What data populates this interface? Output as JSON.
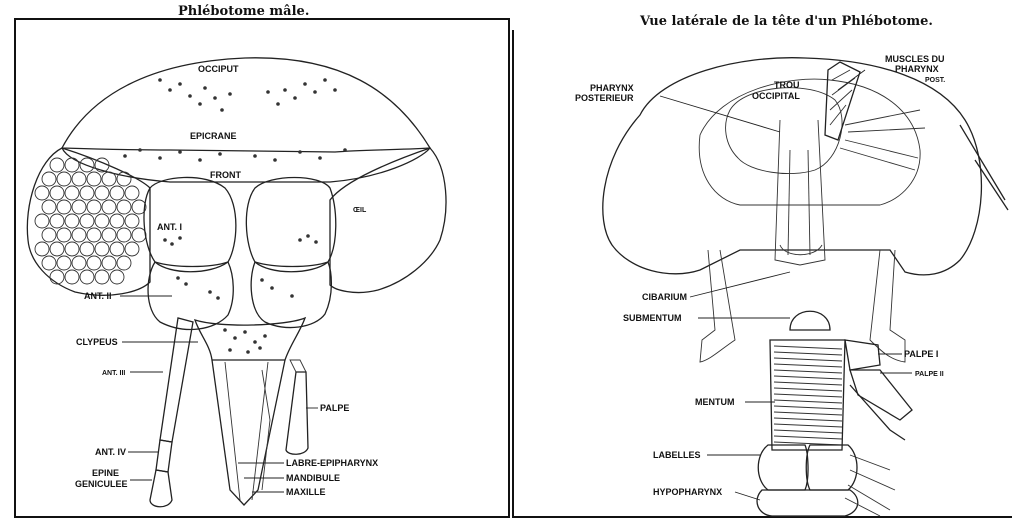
{
  "titles": {
    "left": "Phlébotome mâle.",
    "right": "Vue latérale de la tête d'un Phlébotome."
  },
  "left_labels": {
    "occiput": "OCCIPUT",
    "epicrane": "EPICRANE",
    "front": "FRONT",
    "oeil": "ŒIL",
    "ant1": "ANT. I",
    "ant2": "ANT. II",
    "clypeus": "CLYPEUS",
    "ant3": "ANT. III",
    "ant4": "ANT. IV",
    "epine": "EPINE",
    "geniculee": "GENICULEE",
    "palpe": "PALPE",
    "labre": "LABRE-EPIPHARYNX",
    "mandibule": "MANDIBULE",
    "maxille": "MAXILLE"
  },
  "right_labels": {
    "muscles_1": "MUSCLES DU",
    "muscles_2": "PHARYNX",
    "muscles_3": "POST.",
    "pharynx_1": "PHARYNX",
    "pharynx_2": "POSTERIEUR",
    "trou_1": "TROU",
    "trou_2": "OCCIPITAL",
    "cibarium": "CIBARIUM",
    "submentum": "SUBMENTUM",
    "palpe1": "PALPE I",
    "palpe2": "PALPE II",
    "mentum": "MENTUM",
    "labelles": "LABELLES",
    "hypopharynx": "HYPOPHARYNX"
  }
}
